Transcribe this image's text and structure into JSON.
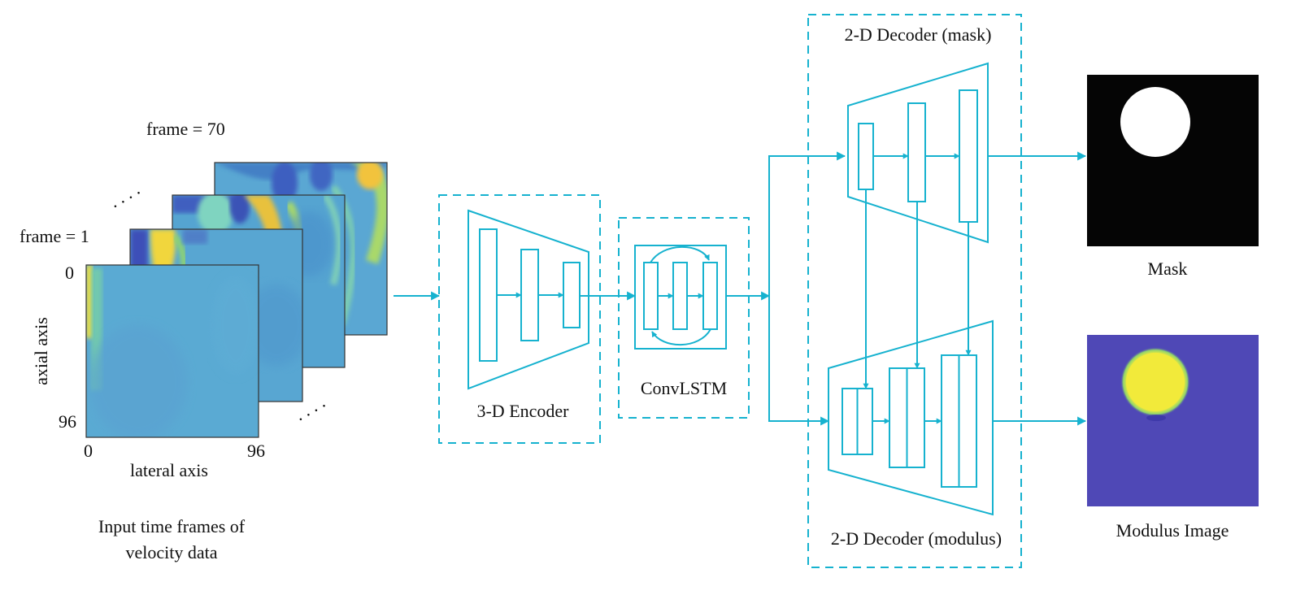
{
  "colors": {
    "accent": "#16b2cf",
    "text": "#111111",
    "mask_bg": "#050505",
    "mask_fg": "#ffffff",
    "modulus_bg": "#4b46b4",
    "modulus_fg": "#f3ec3a"
  },
  "input": {
    "frame_first_label": "frame = 1",
    "frame_last_label": "frame = 70",
    "ellipsis": ". . . .",
    "axial_axis_label": "axial axis",
    "lateral_axis_label": "lateral axis",
    "y_tick_top": "0",
    "y_tick_bottom": "96",
    "x_tick_left": "0",
    "x_tick_right": "96",
    "caption_line1": "Input time frames of",
    "caption_line2": "velocity data"
  },
  "encoder": {
    "label": "3-D Encoder"
  },
  "convlstm": {
    "label": "ConvLSTM"
  },
  "decoder_mask": {
    "label": "2-D Decoder (mask)"
  },
  "decoder_modulus": {
    "label": "2-D Decoder (modulus)"
  },
  "outputs": {
    "mask_label": "Mask",
    "modulus_label": "Modulus Image"
  }
}
